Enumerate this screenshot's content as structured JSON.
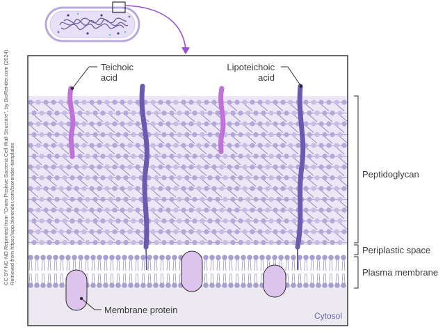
{
  "labels": {
    "teichoic_line1": "Teichoic",
    "teichoic_line2": "acid",
    "lipoteichoic_line1": "Lipoteichoic",
    "lipoteichoic_line2": "acid",
    "peptidoglycan": "Peptidoglycan",
    "periplastic_space": "Periplastic space",
    "plasma_membrane": "Plasma membrane",
    "membrane_protein": "Membrane protein",
    "cytosol": "Cytosol"
  },
  "credit": {
    "line1": "CC BY-NC-ND Reprinted from \"Gram-Positive Bacteria Cell Wall Structure\", by BioRender.com (2024).",
    "line2": "Retrieved from https://app.biorender.com/biorender-templates"
  },
  "colors": {
    "peptidoglycan_band": "#ece6f7",
    "sugar_bead": "#b3a8d6",
    "peptide_link": "#8f86b8",
    "teichoic": "#c072d8",
    "lipoteichoic": "#6a5bb0",
    "lipid_head": "#a79fcd",
    "membrane_protein": "#dcc4ec",
    "cytosol": "#eceaf0",
    "arrow": "#9c4fd0"
  }
}
